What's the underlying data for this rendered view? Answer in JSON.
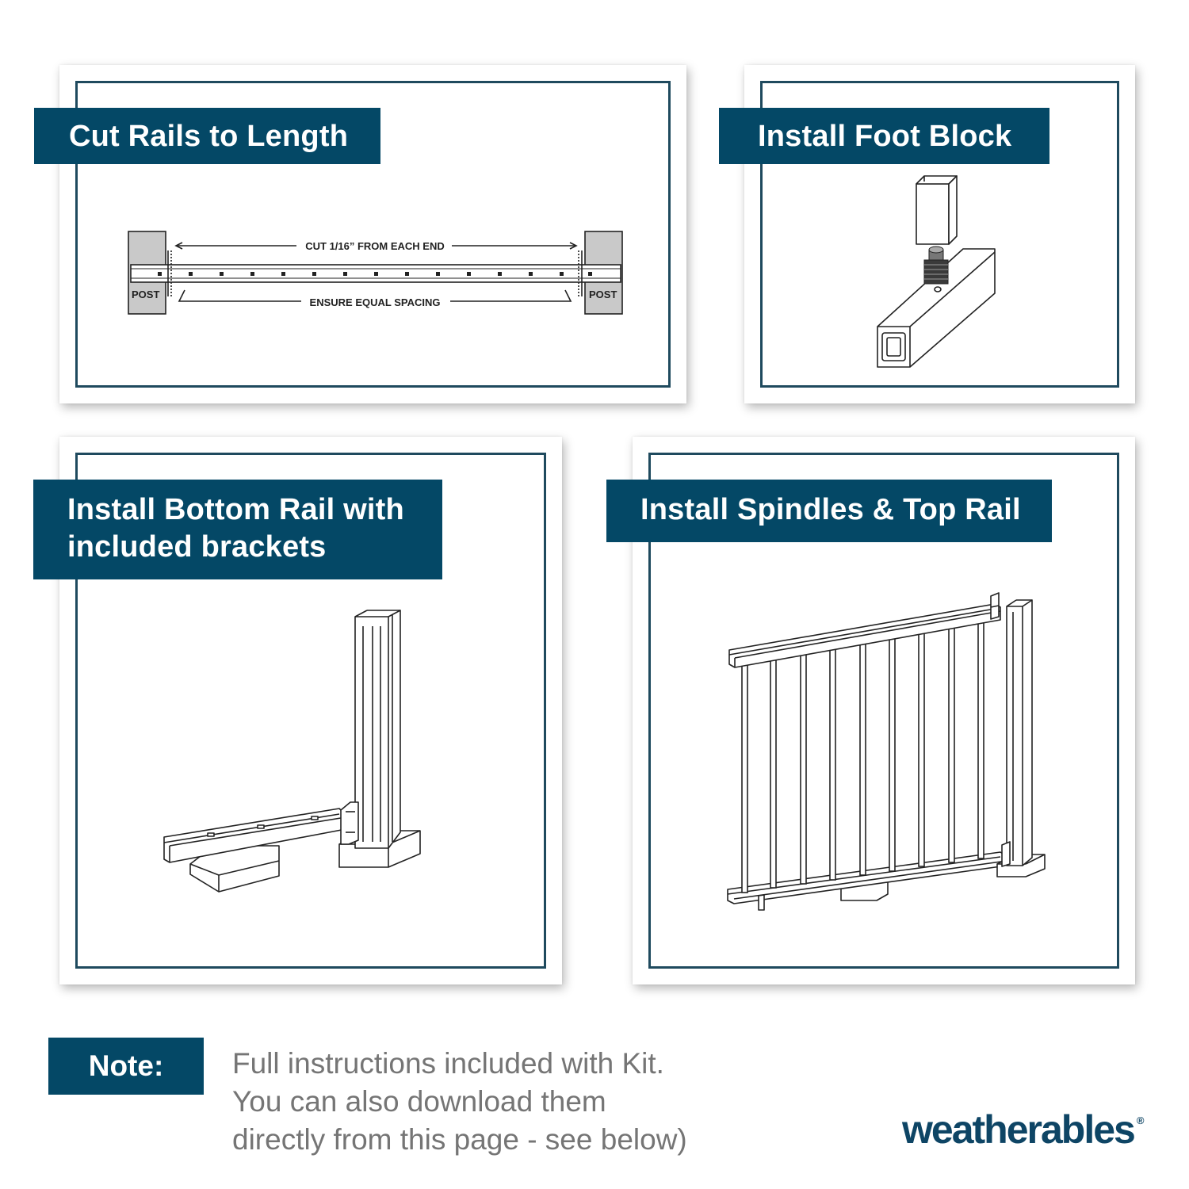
{
  "panels": [
    {
      "title": "Cut Rails to Length",
      "labels": {
        "post_left": "POST",
        "post_right": "POST",
        "cut": "CUT 1/16” FROM EACH END",
        "spacing": "ENSURE EQUAL SPACING"
      }
    },
    {
      "title": "Install Foot Block"
    },
    {
      "title_lines": [
        "Install Bottom Rail with",
        "included brackets"
      ]
    },
    {
      "title": "Install Spindles & Top Rail"
    }
  ],
  "note": {
    "label": "Note:",
    "lines": [
      "Full instructions included with Kit.",
      "You can also download them",
      "directly from this page - see below)"
    ]
  },
  "logo": {
    "text": "weatherables",
    "mark": "®"
  },
  "colors": {
    "banner": "#044866",
    "frame": "#1f4a5e",
    "note_text": "#757575",
    "logo": "#0e4565"
  }
}
